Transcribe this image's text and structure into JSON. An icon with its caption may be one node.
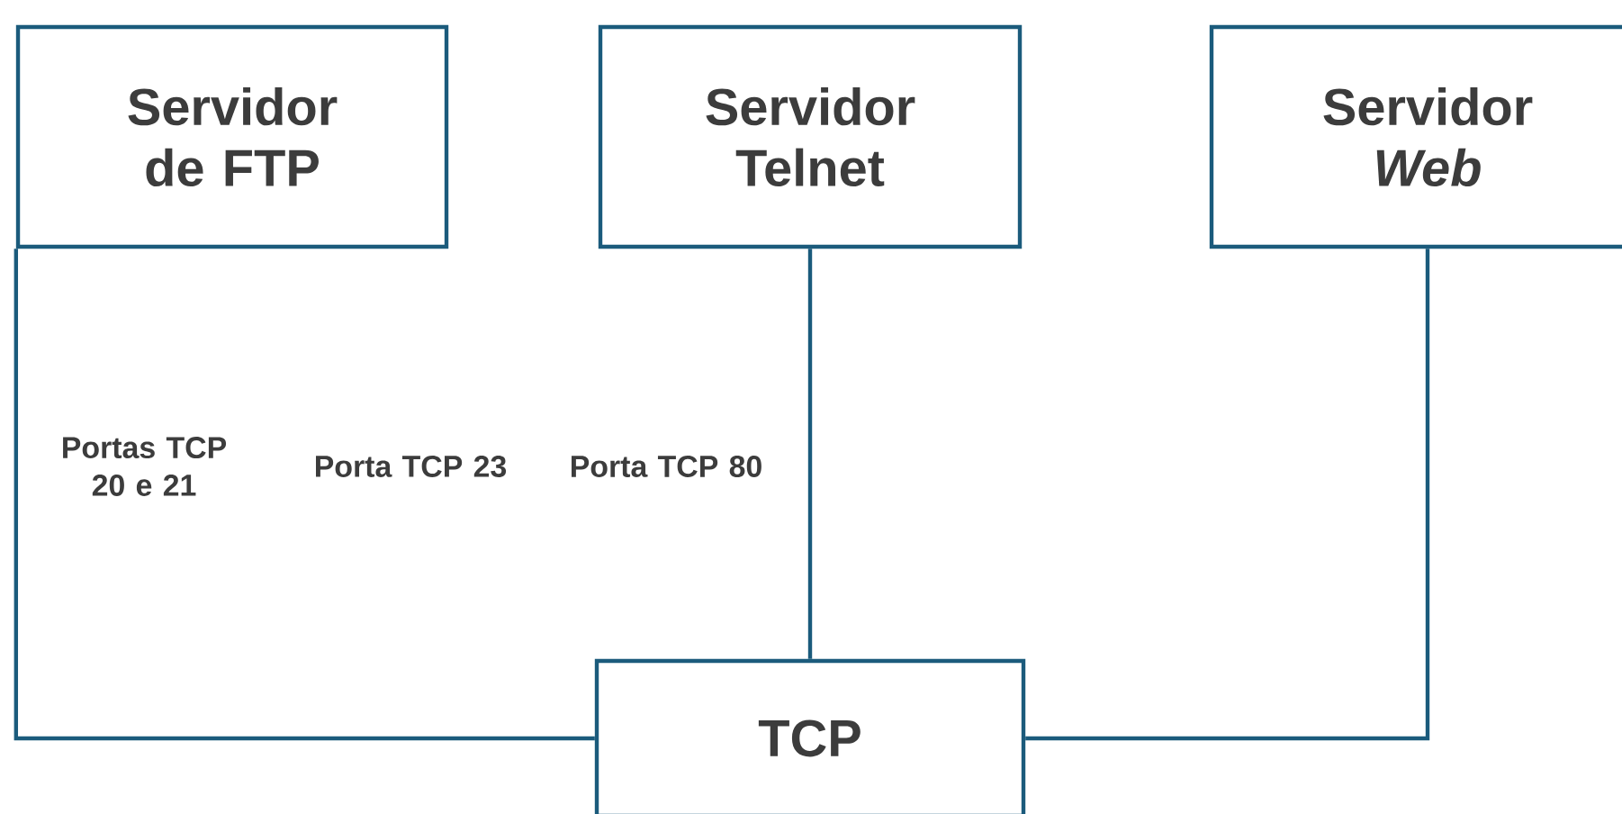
{
  "diagram": {
    "nodes": [
      {
        "text": [
          "Servidor de FTP"
        ]
      },
      {
        "text": [
          "Servidor Telnet"
        ]
      },
      {
        "text": [
          "Servidor *Web*"
        ]
      },
      {
        "text": [
          "TCP"
        ]
      }
    ],
    "edges": [
      {
        "from": 0,
        "to": 3,
        "arrow": "none"
      },
      {
        "from": 1,
        "to": 3,
        "arrow": "none"
      },
      {
        "from": 2,
        "to": 3,
        "arrow": "none"
      }
    ],
    "labels": [
      "Portas TCP 20 e 21",
      "Porta TCP 23",
      "Porta TCP 80"
    ]
  }
}
